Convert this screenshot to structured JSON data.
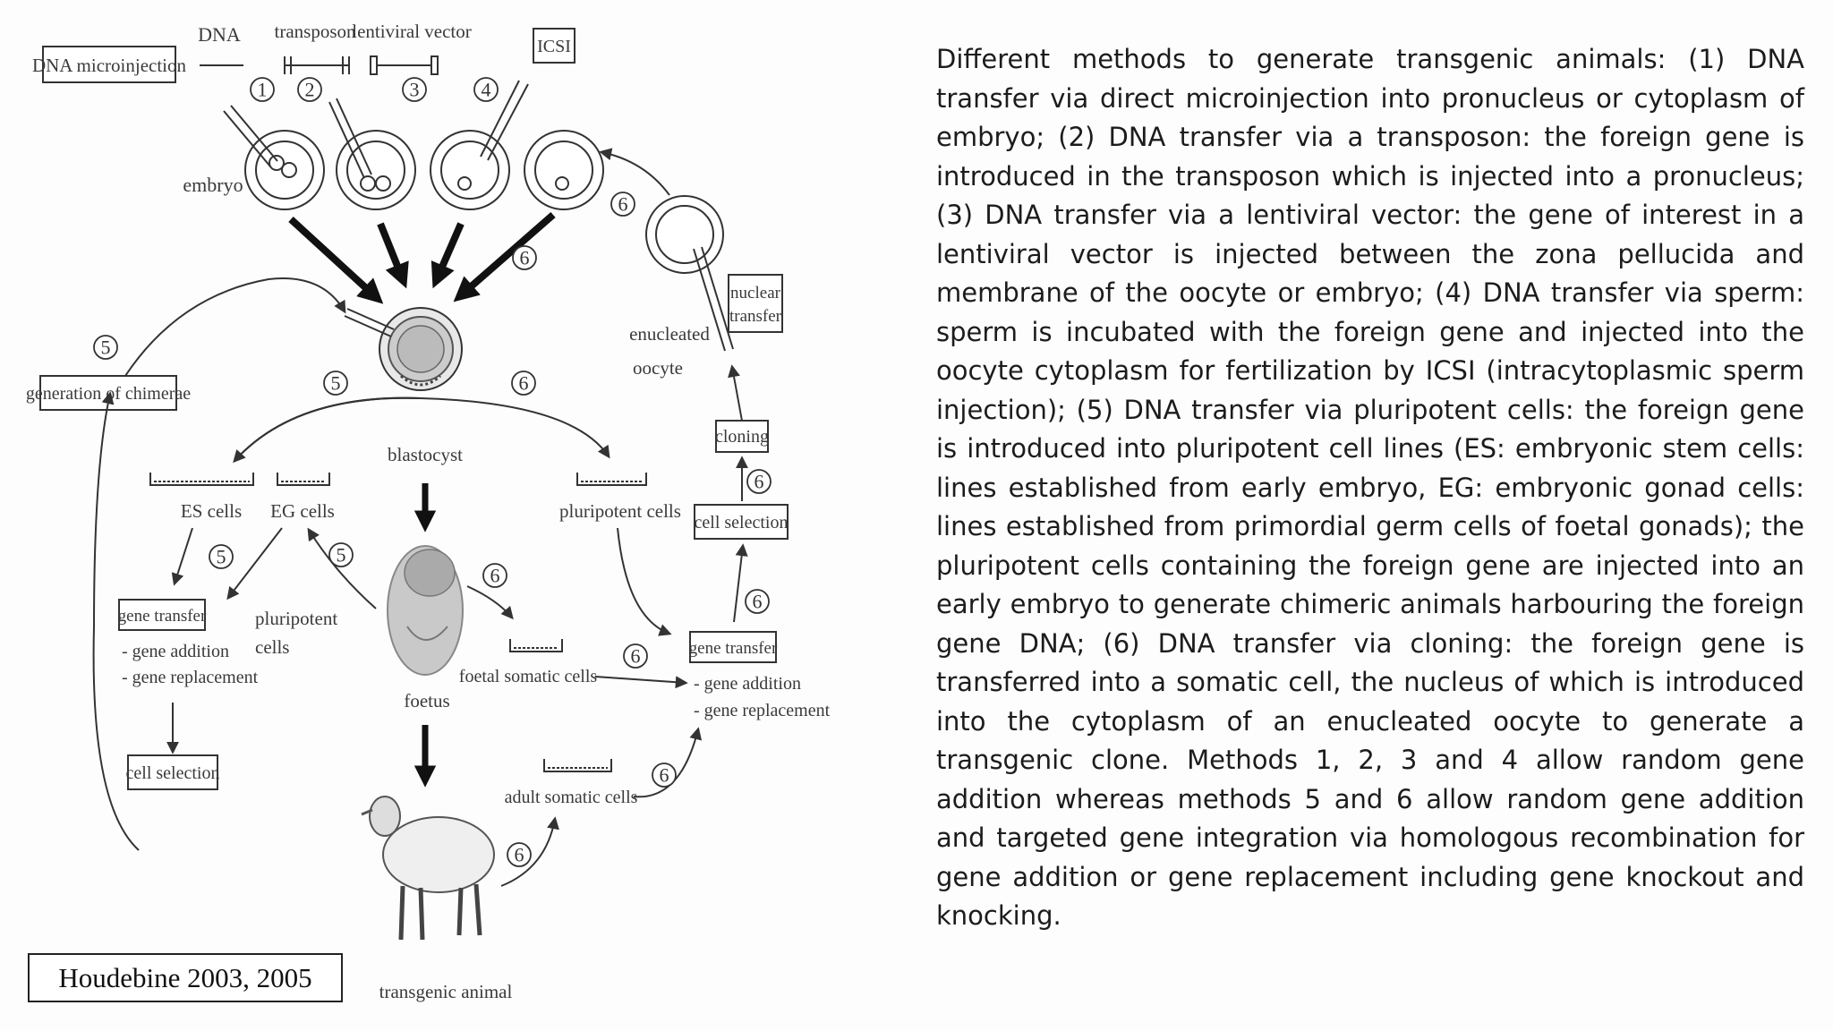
{
  "diagram": {
    "labels": {
      "dna_microinjection": "DNA microinjection",
      "dna": "DNA",
      "transposon": "transposon",
      "lentiviral_vector": "lentiviral vector",
      "icsi": "ICSI",
      "embryo": "embryo",
      "nuclear_transfer_1": "nuclear",
      "nuclear_transfer_2": "transfer",
      "enucleated_1": "enucleated",
      "enucleated_2": "oocyte",
      "generation_of_chimerae": "generation of chimerae",
      "blastocyst": "blastocyst",
      "es_cells": "ES cells",
      "eg_cells": "EG cells",
      "pluripotent_cells": "pluripotent cells",
      "cloning": "cloning",
      "cell_selection_right": "cell selection",
      "gene_transfer_left": "gene transfer",
      "gene_addition_left": "- gene addition",
      "gene_replacement_left": "- gene replacement",
      "pluripotent_1": "pluripotent",
      "pluripotent_2": "cells",
      "cell_selection_left": "cell selection",
      "foetal_somatic_cells": "foetal somatic cells",
      "gene_transfer_right": "gene transfer",
      "gene_addition_right": "- gene addition",
      "gene_replacement_right": "- gene replacement",
      "foetus": "foetus",
      "adult_somatic_cells": "adult somatic cells",
      "transgenic_animal": "transgenic animal"
    },
    "numbers": {
      "n1": "1",
      "n2": "2",
      "n3": "3",
      "n4": "4",
      "n5": "5",
      "n6": "6"
    }
  },
  "citation": "Houdebine 2003, 2005",
  "description": "Different methods to generate transgenic animals: (1) DNA transfer via direct microinjection into pronucleus or cytoplasm of embryo; (2) DNA transfer via a transposon: the foreign gene is introduced in the transposon which is injected into a pronucleus; (3) DNA transfer via a lentiviral vector: the gene of interest in a lentiviral vector is injected between the zona pellucida and membrane of the oocyte or embryo; (4) DNA transfer via sperm: sperm is incubated with the foreign gene and injected into the oocyte cytoplasm for fertilization by ICSI (intracytoplasmic sperm injection); (5) DNA transfer via pluripotent cells: the foreign gene is introduced into pluripotent cell lines (ES: embryonic stem cells: lines established from early embryo, EG: embryonic gonad cells: lines established from primordial germ cells of foetal gonads); the pluripotent cells containing the foreign gene are injected into an early embryo to generate chimeric animals harbouring the foreign gene DNA; (6) DNA transfer via cloning: the foreign gene is transferred into a somatic cell, the nucleus of which is introduced into the cytoplasm of an enucleated oocyte to generate a transgenic clone. Methods 1, 2, 3 and 4 allow random gene addition whereas methods 5 and 6 allow random gene addition and targeted gene integration via homologous recombination for gene addition or gene replacement including gene knockout and knocking."
}
